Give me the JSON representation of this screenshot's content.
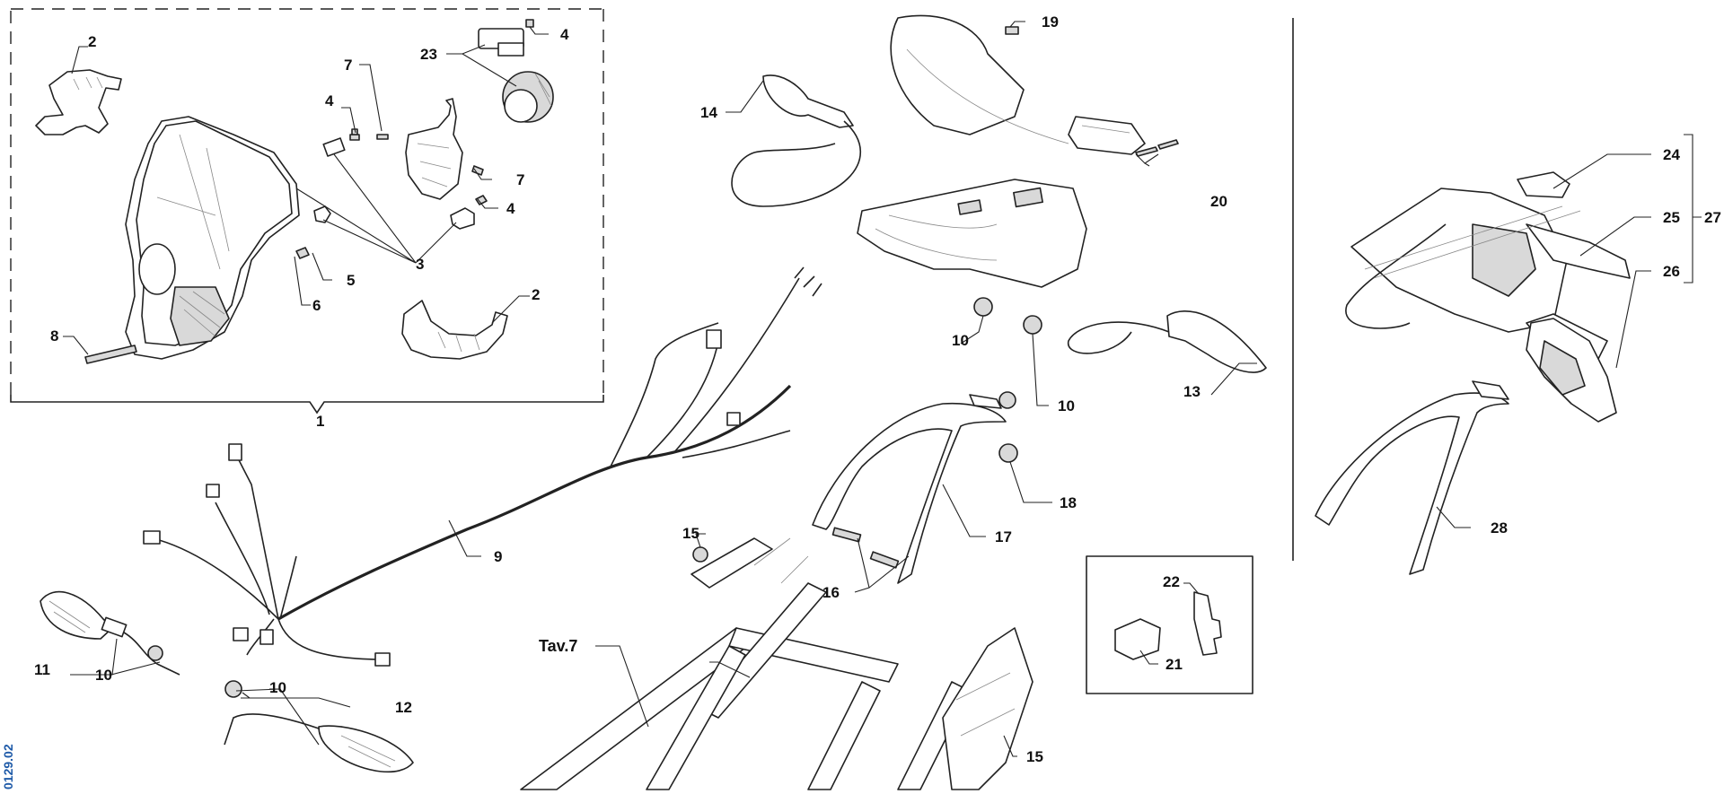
{
  "drawing_code": "0129.02",
  "table_reference": "Tav.7",
  "callouts": [
    {
      "id": "c1",
      "text": "1"
    },
    {
      "id": "c2a",
      "text": "2"
    },
    {
      "id": "c2b",
      "text": "2"
    },
    {
      "id": "c3",
      "text": "3"
    },
    {
      "id": "c4a",
      "text": "4"
    },
    {
      "id": "c4b",
      "text": "4"
    },
    {
      "id": "c4c",
      "text": "4"
    },
    {
      "id": "c5",
      "text": "5"
    },
    {
      "id": "c6",
      "text": "6"
    },
    {
      "id": "c7a",
      "text": "7"
    },
    {
      "id": "c7b",
      "text": "7"
    },
    {
      "id": "c8",
      "text": "8"
    },
    {
      "id": "c9",
      "text": "9"
    },
    {
      "id": "c10a",
      "text": "10"
    },
    {
      "id": "c10b",
      "text": "10"
    },
    {
      "id": "c10c",
      "text": "10"
    },
    {
      "id": "c10d",
      "text": "10"
    },
    {
      "id": "c11",
      "text": "11"
    },
    {
      "id": "c12",
      "text": "12"
    },
    {
      "id": "c13",
      "text": "13"
    },
    {
      "id": "c14",
      "text": "14"
    },
    {
      "id": "c15a",
      "text": "15"
    },
    {
      "id": "c15b",
      "text": "15"
    },
    {
      "id": "c16",
      "text": "16"
    },
    {
      "id": "c17",
      "text": "17"
    },
    {
      "id": "c18",
      "text": "18"
    },
    {
      "id": "c19",
      "text": "19"
    },
    {
      "id": "c20",
      "text": "20"
    },
    {
      "id": "c21",
      "text": "21"
    },
    {
      "id": "c22",
      "text": "22"
    },
    {
      "id": "c23",
      "text": "23"
    },
    {
      "id": "c24",
      "text": "24"
    },
    {
      "id": "c25",
      "text": "25"
    },
    {
      "id": "c26",
      "text": "26"
    },
    {
      "id": "c27",
      "text": "27"
    },
    {
      "id": "c28",
      "text": "28"
    }
  ]
}
